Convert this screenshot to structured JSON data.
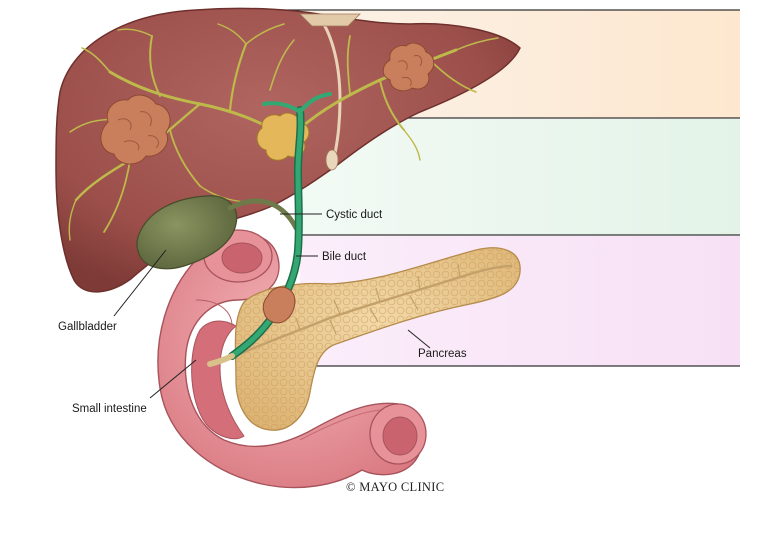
{
  "labels": {
    "cystic_duct": "Cystic duct",
    "bile_duct": "Bile duct",
    "gallbladder": "Gallbladder",
    "pancreas": "Pancreas",
    "small_intestine": "Small intestine"
  },
  "copyright": "© MAYO CLINIC",
  "colors": {
    "band_top": "#fdecd8",
    "band_middle": "#e8f5ec",
    "band_bottom": "#f8e3f6",
    "liver": "#a35650",
    "liver_dark": "#7a3a36",
    "bile_ducts": "#b9b64a",
    "common_bile_duct": "#2f9a68",
    "gallbladder": "#6f7a4a",
    "intestine": "#e89aa0",
    "pancreas": "#e9c98f",
    "tumor": "#c77a5a"
  },
  "icons": [
    "tumor-icon"
  ]
}
